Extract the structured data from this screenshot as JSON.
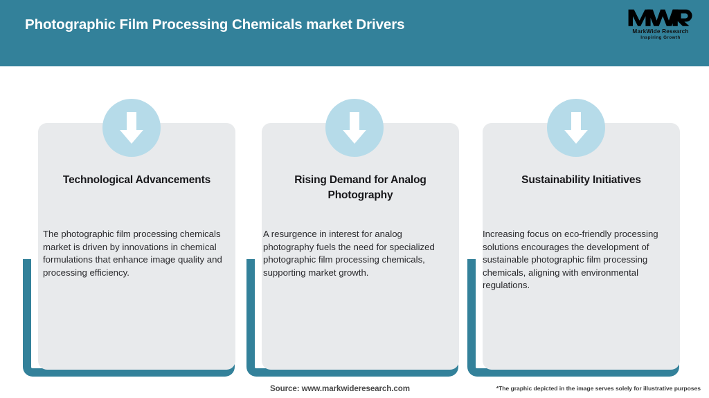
{
  "header": {
    "title": "Photographic Film Processing Chemicals market Drivers",
    "background_color": "#33819a",
    "title_color": "#ffffff"
  },
  "logo": {
    "mark": "MWR",
    "name": "MarkWide Research",
    "tagline": "Inspiring Growth"
  },
  "theme": {
    "accent_teal": "#33819a",
    "card_gray": "#e8eaec",
    "icon_circle_blue": "#b6dbe9",
    "arrow_white": "#ffffff"
  },
  "cards": [
    {
      "icon": "arrow-down-icon",
      "title": "Technological Advancements",
      "body": "The photographic film processing chemicals market is driven by innovations in chemical formulations that enhance image quality and processing efficiency."
    },
    {
      "icon": "arrow-down-icon",
      "title": "Rising Demand for Analog Photography",
      "body": "A resurgence in interest for analog photography fuels the need for specialized photographic film processing chemicals, supporting market growth."
    },
    {
      "icon": "arrow-down-icon",
      "title": "Sustainability Initiatives",
      "body": "Increasing focus on eco-friendly processing solutions encourages the development of sustainable photographic film processing chemicals, aligning with environmental regulations."
    }
  ],
  "footer": {
    "source": "Source: www.markwideresearch.com",
    "disclaimer": "*The graphic depicted in the image serves solely for illustrative purposes"
  }
}
